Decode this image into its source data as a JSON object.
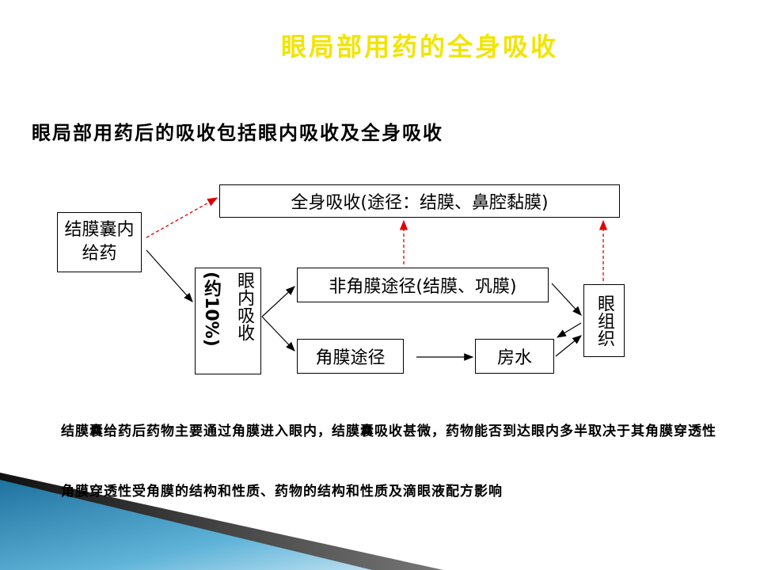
{
  "title": "眼局部用药的全身吸收",
  "subtitle": "眼局部用药后的吸收包括眼内吸收及全身吸收",
  "diagram": {
    "systemic": "全身吸收(途径：结膜、鼻腔黏膜)",
    "conjunctival_sac": "结膜囊内给药",
    "intraocular": "眼内吸收",
    "intraocular_pct": "(约10%)",
    "noncorneal": "非角膜途径(结膜、巩膜)",
    "corneal": "角膜途径",
    "aqueous": "房水",
    "eye_tissue": "眼组织"
  },
  "notes": [
    "结膜囊给药后药物主要通过角膜进入眼内，结膜囊吸收甚微，药物能否到达眼内多半取决于其角膜穿透性",
    "角膜穿透性受角膜的结构和性质、药物的结构和性质及滴眼液配方影响"
  ],
  "colors": {
    "title": "#f2e400",
    "dashed_arrow": "#e00000",
    "decor_blue": "#2f8fc0"
  }
}
